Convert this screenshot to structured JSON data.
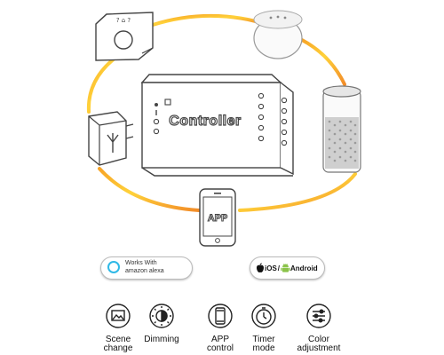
{
  "controller": {
    "label": "Controller"
  },
  "phone": {
    "app_label": "APP"
  },
  "badges": {
    "alexa": {
      "line1": "Works With",
      "line2": "amazon alexa",
      "icon": "alexa-ring-icon"
    },
    "os": {
      "ios": "iOS",
      "separator": "/",
      "android": "Android",
      "icons": [
        "apple-icon",
        "android-icon"
      ]
    }
  },
  "features": [
    {
      "label_line1": "Scene",
      "label_line2": "change",
      "icon": "scene-icon"
    },
    {
      "label_line1": "Dimming",
      "label_line2": "",
      "icon": "dimming-icon"
    },
    {
      "label_line1": "APP",
      "label_line2": "control",
      "icon": "phone-icon"
    },
    {
      "label_line1": "Timer",
      "label_line2": "mode",
      "icon": "timer-icon"
    },
    {
      "label_line1": "Color",
      "label_line2": "adjustment",
      "icon": "sliders-icon"
    }
  ],
  "colors": {
    "ring_yellow": "#ffcc33",
    "ring_orange": "#f28c28",
    "alexa_blue": "#30b9e6",
    "android_green": "#8bc34a"
  }
}
